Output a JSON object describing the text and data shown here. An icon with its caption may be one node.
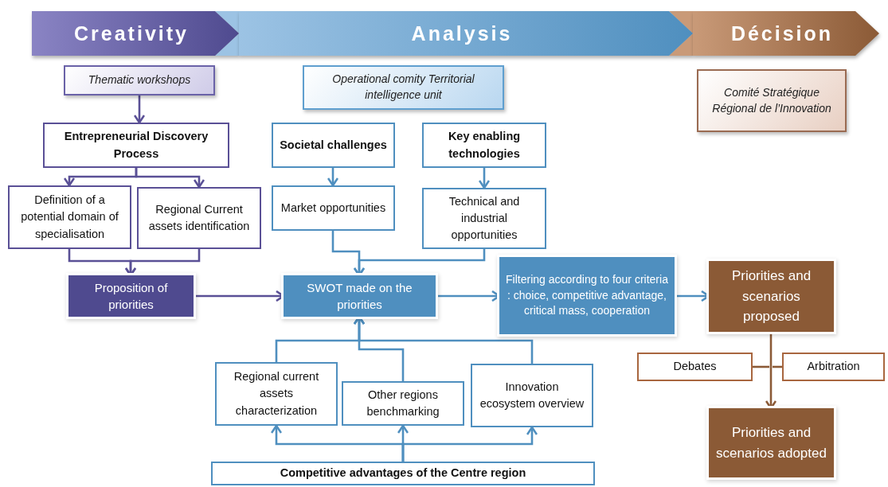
{
  "diagram": {
    "nodes": [
      {
        "text": [
          "Creativity"
        ]
      },
      {
        "text": [
          "Analysis"
        ]
      },
      {
        "text": [
          "Décision"
        ]
      },
      {
        "text": [
          "Thematic workshops"
        ]
      },
      {
        "text": [
          "Operational comity Territorial intelligence unit"
        ]
      },
      {
        "text": [
          "Comité Stratégique Régional de l’Innovation"
        ]
      },
      {
        "text": [
          "Entrepreneurial Discovery Process"
        ]
      },
      {
        "text": [
          "Societal challenges"
        ]
      },
      {
        "text": [
          "Key enabling technologies"
        ]
      },
      {
        "text": [
          "Definition of a potential domain of specialisation"
        ]
      },
      {
        "text": [
          "Regional Current assets identification"
        ]
      },
      {
        "text": [
          "Market opportunities"
        ]
      },
      {
        "text": [
          "Technical and industrial opportunities"
        ]
      },
      {
        "text": [
          "Proposition of priorities"
        ]
      },
      {
        "text": [
          "SWOT made on the priorities"
        ]
      },
      {
        "text": [
          "Filtering according to four criteria : choice, competitive advantage, critical mass, cooperation"
        ]
      },
      {
        "text": [
          "Priorities and scenarios proposed"
        ]
      },
      {
        "text": [
          "Debates"
        ]
      },
      {
        "text": [
          "Arbitration"
        ]
      },
      {
        "text": [
          "Priorities and scenarios adopted"
        ]
      },
      {
        "text": [
          "Regional current assets characterization"
        ]
      },
      {
        "text": [
          "Other regions benchmarking"
        ]
      },
      {
        "text": [
          "Innovation ecosystem overview"
        ]
      },
      {
        "text": [
          "Competitive advantages of the Centre region"
        ]
      }
    ],
    "edges": [
      {
        "from": 3,
        "to": 6,
        "arrow": "to",
        "color": "#5a5096"
      },
      {
        "from": 6,
        "to": 9,
        "arrow": "to",
        "color": "#5a5096"
      },
      {
        "from": 6,
        "to": 10,
        "arrow": "to",
        "color": "#5a5096"
      },
      {
        "from": 9,
        "to": 13,
        "arrow": "to",
        "color": "#5a5096"
      },
      {
        "from": 10,
        "to": 13,
        "arrow": "to",
        "color": "#5a5096"
      },
      {
        "from": 7,
        "to": 11,
        "arrow": "to"
      },
      {
        "from": 8,
        "to": 12,
        "arrow": "to"
      },
      {
        "from": 11,
        "to": 14,
        "arrow": "to"
      },
      {
        "from": 12,
        "to": 14,
        "arrow": "to"
      },
      {
        "from": 13,
        "to": 14,
        "arrow": "to",
        "color": "#5a5096"
      },
      {
        "from": 14,
        "to": 15,
        "arrow": "to"
      },
      {
        "from": 15,
        "to": 16,
        "arrow": "to"
      },
      {
        "from": 16,
        "to": 19,
        "arrow": "to",
        "color": "#8b5a36"
      },
      {
        "from": 17,
        "to": null,
        "arrow": "none",
        "color": "#8b5a36"
      },
      {
        "from": 18,
        "to": null,
        "arrow": "none",
        "color": "#8b5a36"
      },
      {
        "from": 20,
        "to": 14,
        "arrow": "to"
      },
      {
        "from": 21,
        "to": 14,
        "arrow": "to"
      },
      {
        "from": 22,
        "to": 14,
        "arrow": "to"
      },
      {
        "from": 23,
        "to": 20,
        "arrow": "to"
      },
      {
        "from": 23,
        "to": 21,
        "arrow": "to"
      },
      {
        "from": 23,
        "to": 22,
        "arrow": "to"
      }
    ]
  }
}
